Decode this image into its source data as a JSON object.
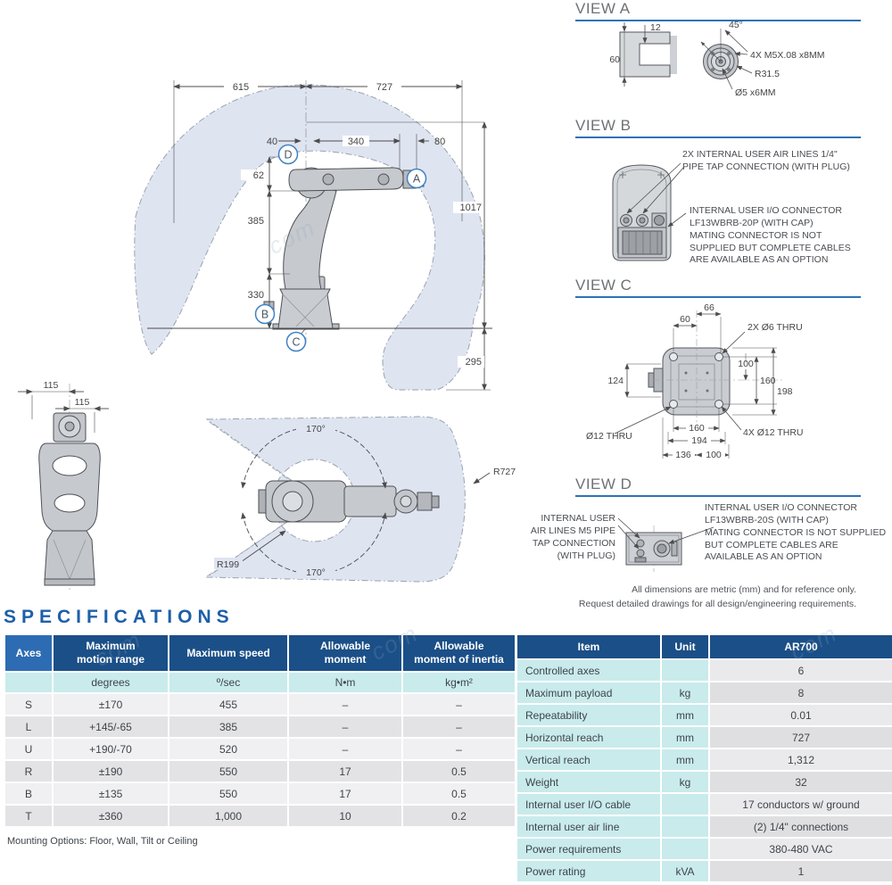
{
  "main_drawing": {
    "dim_615": "615",
    "dim_727": "727",
    "dim_40": "40",
    "dim_340": "340",
    "dim_80": "80",
    "dim_62": "62",
    "dim_385": "385",
    "dim_330": "330",
    "dim_1017": "1017",
    "dim_295": "295",
    "label_a": "A",
    "label_b": "B",
    "label_c": "C",
    "label_d": "D"
  },
  "front_drawing": {
    "dim_115_outer": "115",
    "dim_115_inner": "115"
  },
  "top_drawing": {
    "angle_top": "170°",
    "angle_bottom": "170°",
    "radius_outer": "R727",
    "radius_inner": "R199"
  },
  "view_a": {
    "title": "VIEW A",
    "dim_12": "12",
    "dim_60": "60",
    "angle_45": "45°",
    "note_bolts": "4X M5X.08 x8MM",
    "note_radius": "R31.5",
    "note_hole": "Ø5 x6MM"
  },
  "view_b": {
    "title": "VIEW B",
    "note_air": "2X INTERNAL USER AIR LINES 1/4\"\nPIPE TAP CONNECTION (WITH PLUG)",
    "note_io": "INTERNAL USER I/O CONNECTOR\nLF13WBRB-20P (WITH CAP)\nMATING CONNECTOR IS NOT\nSUPPLIED BUT COMPLETE CABLES\nARE AVAILABLE AS AN OPTION"
  },
  "view_c": {
    "title": "VIEW C",
    "dim_66": "66",
    "dim_60": "60",
    "note_thru6": "2X Ø6 THRU",
    "dim_100_top": "100",
    "dim_124": "124",
    "dim_160_right": "160",
    "dim_198": "198",
    "note_thru12": "Ø12 THRU",
    "dim_160_bottom": "160",
    "dim_194": "194",
    "dim_136": "136",
    "dim_100_bottom": "100",
    "note_thru12x4": "4X Ø12 THRU"
  },
  "view_d": {
    "title": "VIEW D",
    "note_air": "INTERNAL USER\nAIR LINES M5 PIPE\nTAP CONNECTION\n(WITH PLUG)",
    "note_io": "INTERNAL USER I/O CONNECTOR\nLF13WBRB-20S (WITH CAP)\nMATING CONNECTOR IS NOT SUPPLIED\nBUT COMPLETE CABLES ARE\nAVAILABLE AS AN OPTION"
  },
  "footnote": "All dimensions are metric (mm) and for reference only.\nRequest detailed drawings for all design/engineering requirements.",
  "specifications": {
    "heading": "SPECIFICATIONS",
    "axes_table": {
      "headers": [
        "Axes",
        "Maximum\nmotion range",
        "Maximum speed",
        "Allowable\nmoment",
        "Allowable\nmoment of inertia"
      ],
      "units": [
        "",
        "degrees",
        "º/sec",
        "N•m",
        "kg•m²"
      ],
      "rows": [
        [
          "S",
          "±170",
          "455",
          "–",
          "–"
        ],
        [
          "L",
          "+145/-65",
          "385",
          "–",
          "–"
        ],
        [
          "U",
          "+190/-70",
          "520",
          "–",
          "–"
        ],
        [
          "R",
          "±190",
          "550",
          "17",
          "0.5"
        ],
        [
          "B",
          "±135",
          "550",
          "17",
          "0.5"
        ],
        [
          "T",
          "±360",
          "1,000",
          "10",
          "0.2"
        ]
      ]
    },
    "item_table": {
      "headers": [
        "Item",
        "Unit",
        "AR700"
      ],
      "rows": [
        [
          "Controlled axes",
          "",
          "6"
        ],
        [
          "Maximum payload",
          "kg",
          "8"
        ],
        [
          "Repeatability",
          "mm",
          "0.01"
        ],
        [
          "Horizontal reach",
          "mm",
          "727"
        ],
        [
          "Vertical reach",
          "mm",
          "1,312"
        ],
        [
          "Weight",
          "kg",
          "32"
        ],
        [
          "Internal user I/O cable",
          "",
          "17 conductors w/ ground"
        ],
        [
          "Internal user air line",
          "",
          "(2) 1/4\" connections"
        ],
        [
          "Power requirements",
          "",
          "380-480 VAC"
        ],
        [
          "Power rating",
          "kVA",
          "1"
        ]
      ]
    },
    "mounting_note": "Mounting Options: Floor, Wall, Tilt or Ceiling"
  },
  "watermark": "com",
  "colors": {
    "accent_blue": "#2e72b5",
    "header_navy": "#1b4f87",
    "cyan": "#c9ebec",
    "envelope": "#dfe4f1"
  }
}
